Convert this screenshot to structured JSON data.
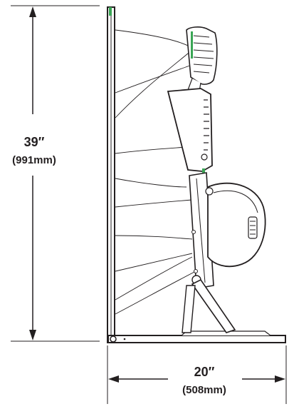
{
  "dimensions": {
    "height": {
      "value": "39″",
      "metric": "(991mm)"
    },
    "width": {
      "value": "20″",
      "metric": "(508mm)"
    }
  },
  "colors": {
    "line": "#231f20",
    "accent_green": "#3aa655",
    "background": "#ffffff"
  }
}
